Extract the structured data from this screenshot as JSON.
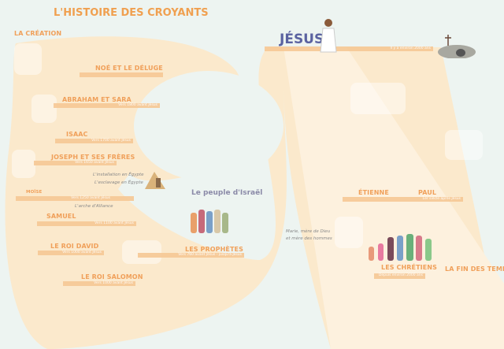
{
  "title": "L'HISTOIRE DES CROYANTS",
  "colors": {
    "background": "#edf4f1",
    "path": "#fbe9cc",
    "label": "#f0a05a",
    "bar": "#f6c895",
    "jesus": "#5a62a0",
    "israel": "#8b8aa8"
  },
  "start": "LA CRÉATION",
  "end": "LA FIN DES TEMPS",
  "events": [
    {
      "label": "NOÉ ET LE DÉLUGE",
      "date": ""
    },
    {
      "label": "ABRAHAM ET SARA",
      "date": "Vers 1800 avant Jésus"
    },
    {
      "label": "ISAAC",
      "date": "Vers 1700 avant Jésus"
    },
    {
      "label": "JOSEPH ET SES FRÈRES",
      "date": "Vers 1650 avant Jésus"
    },
    {
      "label": "MOÏSE",
      "date": "Vers 1250 avant Jésus"
    },
    {
      "label": "SAMUEL",
      "date": "Vers 1100 avant Jésus"
    },
    {
      "label": "LE ROI DAVID",
      "date": "Vers 1000 avant Jésus"
    },
    {
      "label": "LE ROI SALOMON",
      "date": "Vers 1000 avant Jésus"
    },
    {
      "label": "LES PROPHÈTES",
      "date": "Vers 760 avant Jésus - jusqu'à Jésus"
    },
    {
      "label": "JÉSUS",
      "date": "Il y a environ 2000 ans"
    },
    {
      "label": "ÉTIENNE",
      "date": ""
    },
    {
      "label": "PAUL",
      "date": "1er siècle après Jésus"
    },
    {
      "label": "LES CHRÉTIENS",
      "date": "Depuis environ 2000 ans"
    }
  ],
  "notes": {
    "egypt1": "L'installation en Égypte",
    "egypt2": "L'esclavage en Égypte",
    "ark": "L'arche d'Alliance",
    "israel": "Le peuple d'Israël",
    "mary1": "Marie, mère de Dieu",
    "mary2": "et mère des hommes"
  }
}
